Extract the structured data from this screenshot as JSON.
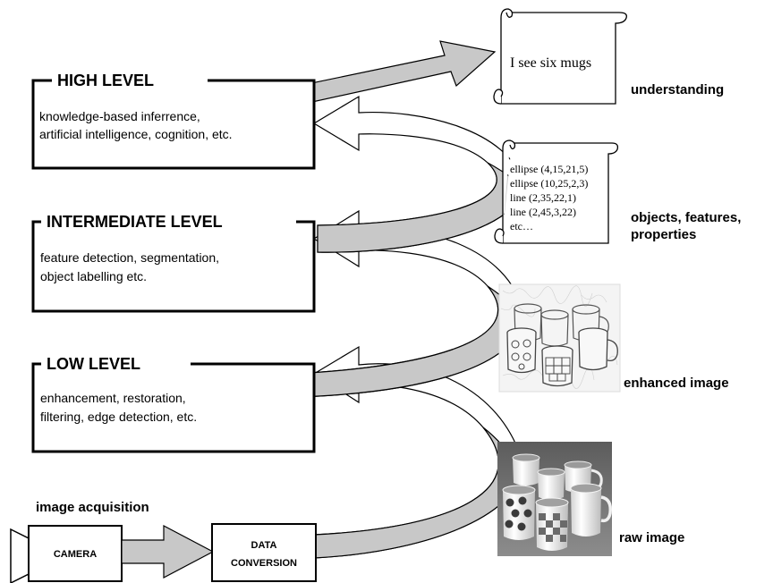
{
  "levels": {
    "high": {
      "title": "HIGH LEVEL",
      "line1": "knowledge-based inferrence,",
      "line2": "artificial intelligence, cognition, etc."
    },
    "intermediate": {
      "title": "INTERMEDIATE LEVEL",
      "line1": "feature detection, segmentation,",
      "line2": "object labelling etc."
    },
    "low": {
      "title": "LOW LEVEL",
      "line1": "enhancement, restoration,",
      "line2": "filtering, edge detection, etc."
    }
  },
  "acquisition": {
    "label": "image acquisition",
    "camera": "CAMERA",
    "conversion_line1": "DATA",
    "conversion_line2": "CONVERSION"
  },
  "outputs": {
    "understanding": "understanding",
    "objects_line1": "objects, features,",
    "objects_line2": "properties",
    "enhanced": "enhanced image",
    "raw": "raw image"
  },
  "scrolls": {
    "top_text": "I see six mugs",
    "features": [
      "ellipse (4,15,21,5)",
      "ellipse (10,25,2,3)",
      "line (2,35,22,1)",
      "line (2,45,3,22)",
      "etc…"
    ]
  },
  "colors": {
    "arrow_fill": "#c8c8c8",
    "outline": "#000000",
    "photo_background": "#6f6f6f",
    "mug_white": "#f2f2f2"
  }
}
